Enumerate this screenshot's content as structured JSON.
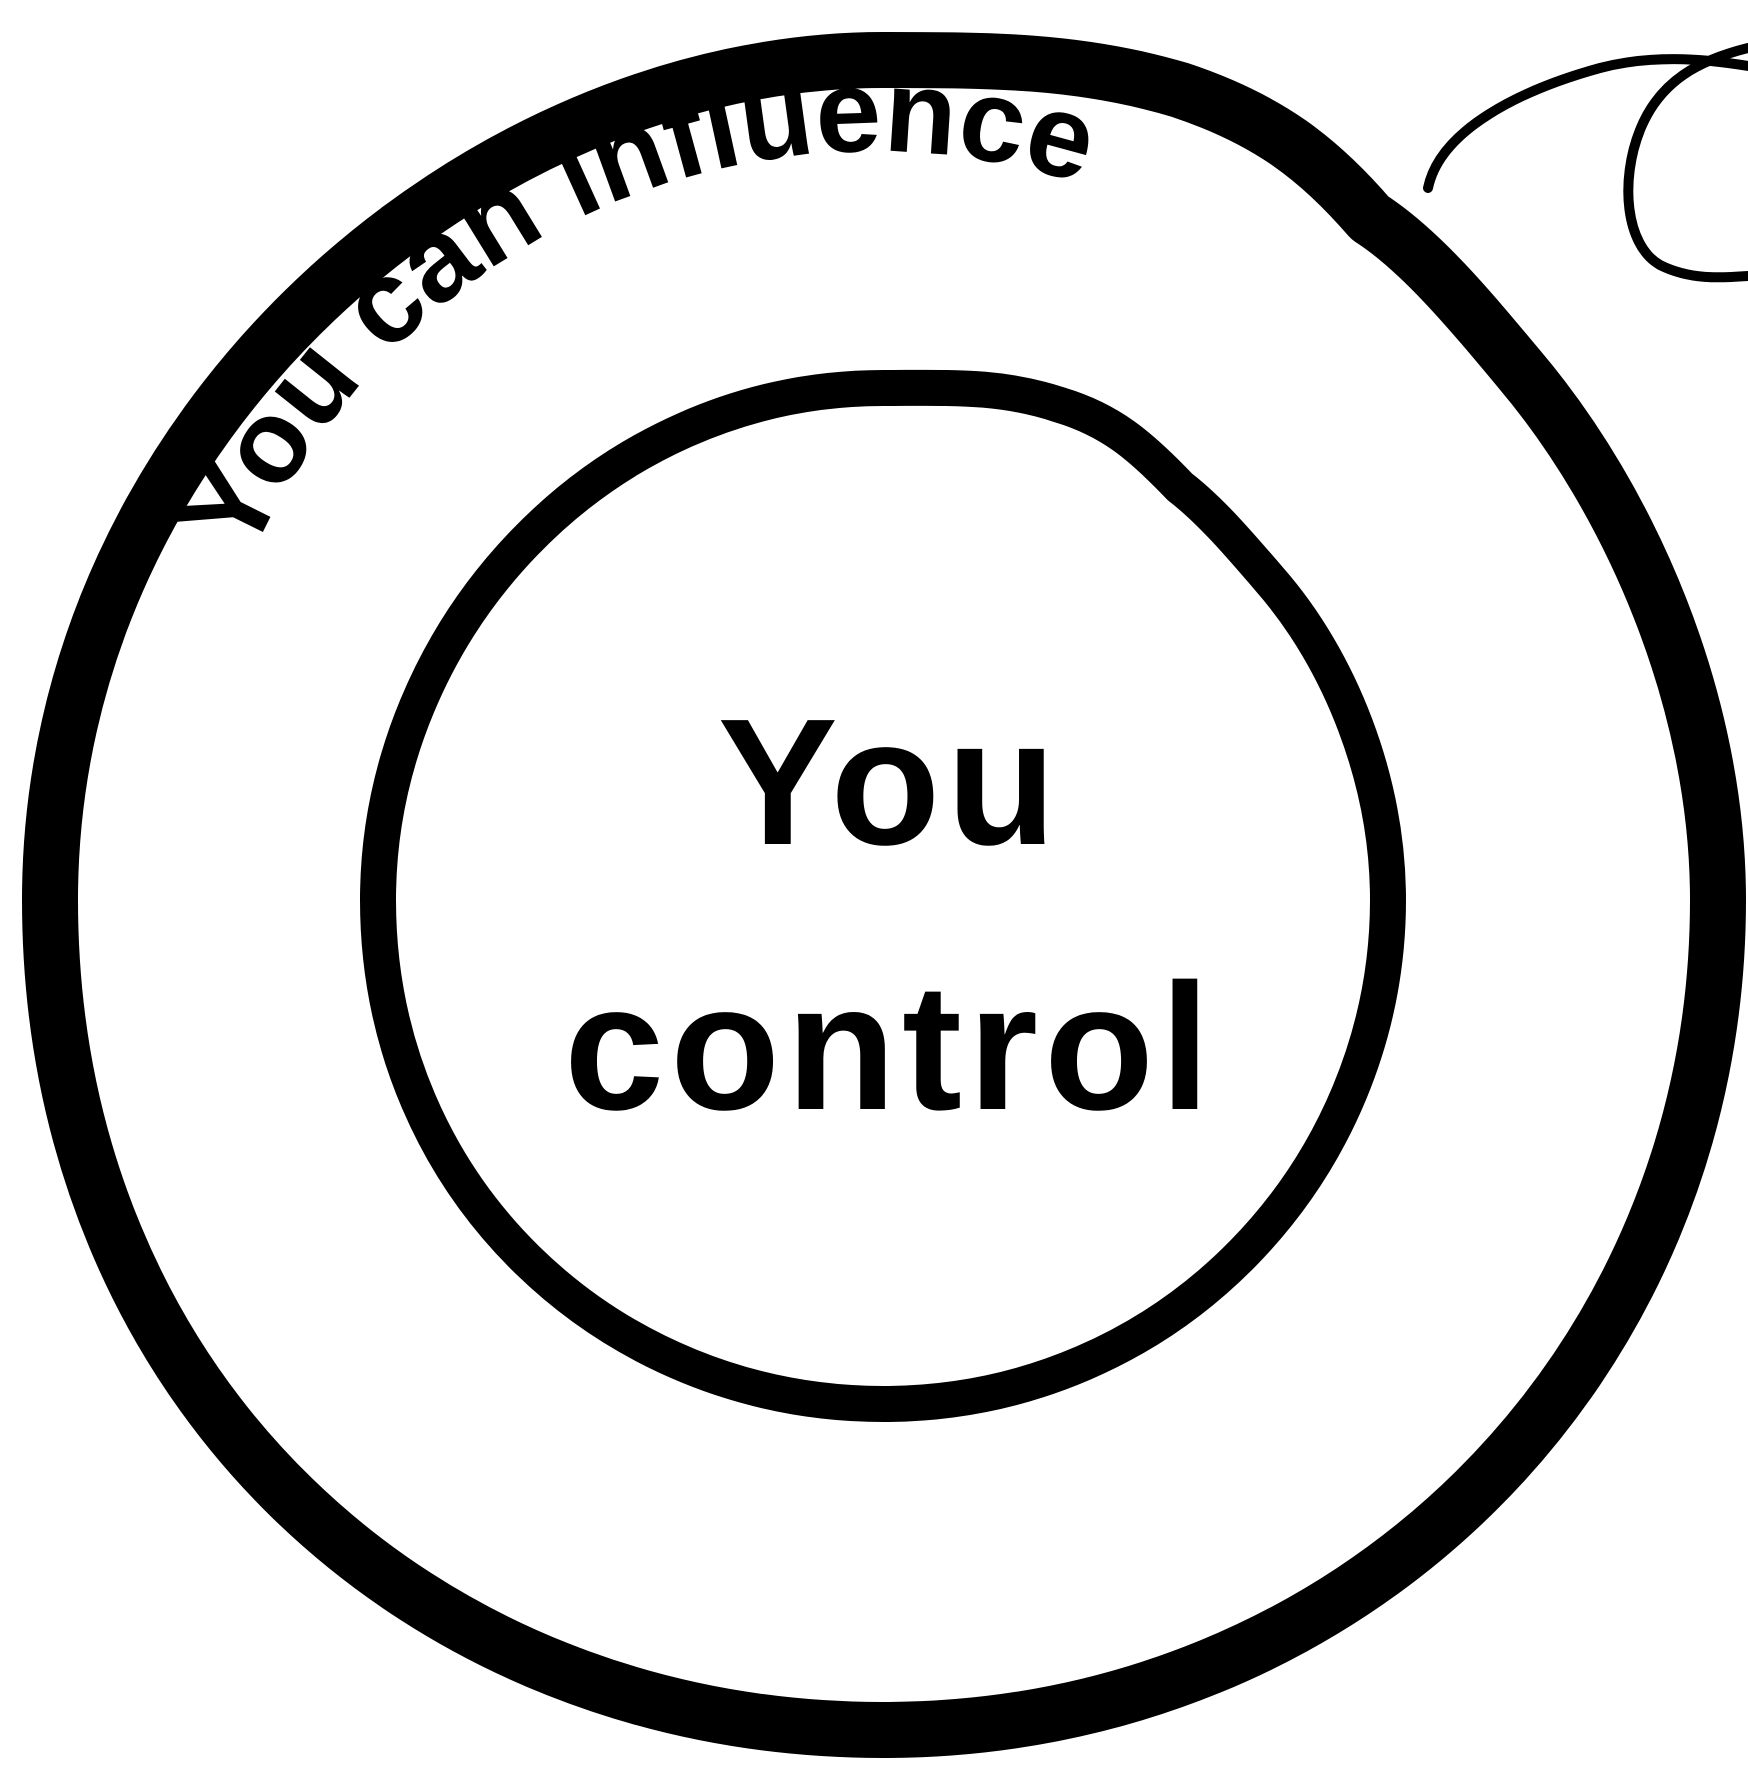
{
  "diagram": {
    "outer_label": "You can influence",
    "inner_label_line1": "You",
    "inner_label_line2": "control",
    "stroke_color": "#000000",
    "background_color": "#ffffff"
  }
}
